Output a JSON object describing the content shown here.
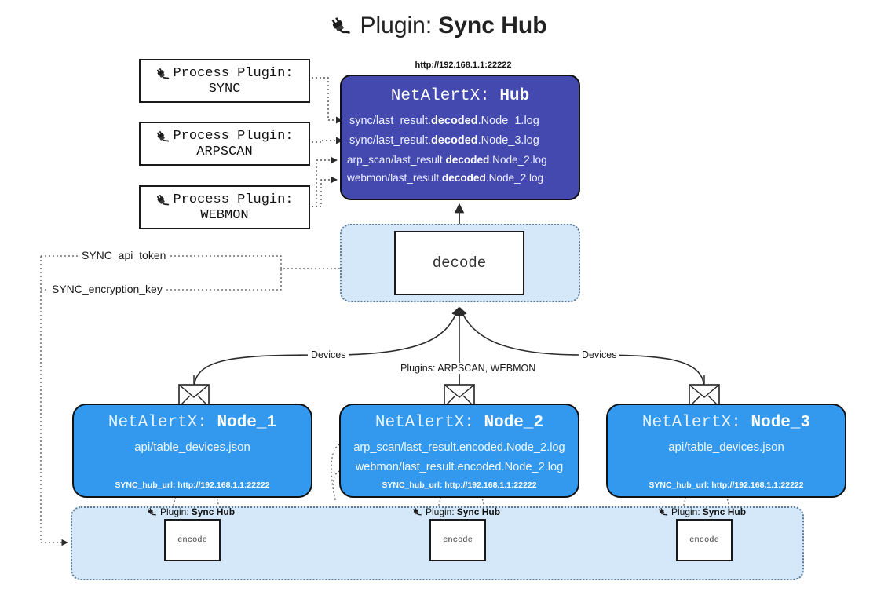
{
  "title": {
    "icon": "plug-icon",
    "prefix": "Plugin:",
    "name": "Sync Hub"
  },
  "process_plugins": [
    {
      "icon": "plug-icon",
      "caption": "Process Plugin:",
      "name": "SYNC"
    },
    {
      "icon": "plug-icon",
      "caption": "Process Plugin:",
      "name": "ARPSCAN"
    },
    {
      "icon": "plug-icon",
      "caption": "Process Plugin:",
      "name": "WEBMON"
    }
  ],
  "hub": {
    "url": "http://192.168.1.1:22222",
    "title_prefix": "NetAlertX:",
    "title_name": "Hub",
    "logs": [
      {
        "pre": "sync/last_result.",
        "em": "decoded",
        "post": ".Node_1.log"
      },
      {
        "pre": "sync/last_result.",
        "em": "decoded",
        "post": ".Node_3.log"
      },
      {
        "pre": "arp_scan/last_result.",
        "em": "decoded",
        "post": ".Node_2.log"
      },
      {
        "pre": "webmon/last_result.",
        "em": "decoded",
        "post": ".Node_2.log"
      }
    ]
  },
  "decode": {
    "label": "decode"
  },
  "keys": [
    {
      "label": "SYNC_api_token"
    },
    {
      "label": "SYNC_encryption_key"
    }
  ],
  "edge_labels": {
    "devices_left": "Devices",
    "devices_right": "Devices",
    "plugins_center": "Plugins: ARPSCAN, WEBMON"
  },
  "nodes": [
    {
      "title_prefix": "NetAlertX:",
      "title_name": "Node_1",
      "lines": [
        "api/table_devices.json"
      ],
      "footer": "SYNC_hub_url: http://192.168.1.1:22222",
      "mail_icon": "envelope-icon"
    },
    {
      "title_prefix": "NetAlertX:",
      "title_name": "Node_2",
      "lines": [
        "arp_scan/last_result.encoded.Node_2.log",
        "webmon/last_result.encoded.Node_2.log"
      ],
      "footer": "SYNC_hub_url: http://192.168.1.1:22222",
      "mail_icon": "envelope-icon"
    },
    {
      "title_prefix": "NetAlertX:",
      "title_name": "Node_3",
      "lines": [
        "api/table_devices.json"
      ],
      "footer": "SYNC_hub_url: http://192.168.1.1:22222",
      "mail_icon": "envelope-icon"
    }
  ],
  "encoders": [
    {
      "caption_prefix": "Plugin:",
      "caption_name": "Sync Hub",
      "label": "encode",
      "icon": "plug-icon"
    },
    {
      "caption_prefix": "Plugin:",
      "caption_name": "Sync Hub",
      "label": "encode",
      "icon": "plug-icon"
    },
    {
      "caption_prefix": "Plugin:",
      "caption_name": "Sync Hub",
      "label": "encode",
      "icon": "plug-icon"
    }
  ],
  "colors": {
    "hub_fill": "#4449b0",
    "node_fill": "#3399ee",
    "container_fill": "#d4e8fa",
    "stroke": "#111111",
    "dotted": "#5f7a93"
  }
}
